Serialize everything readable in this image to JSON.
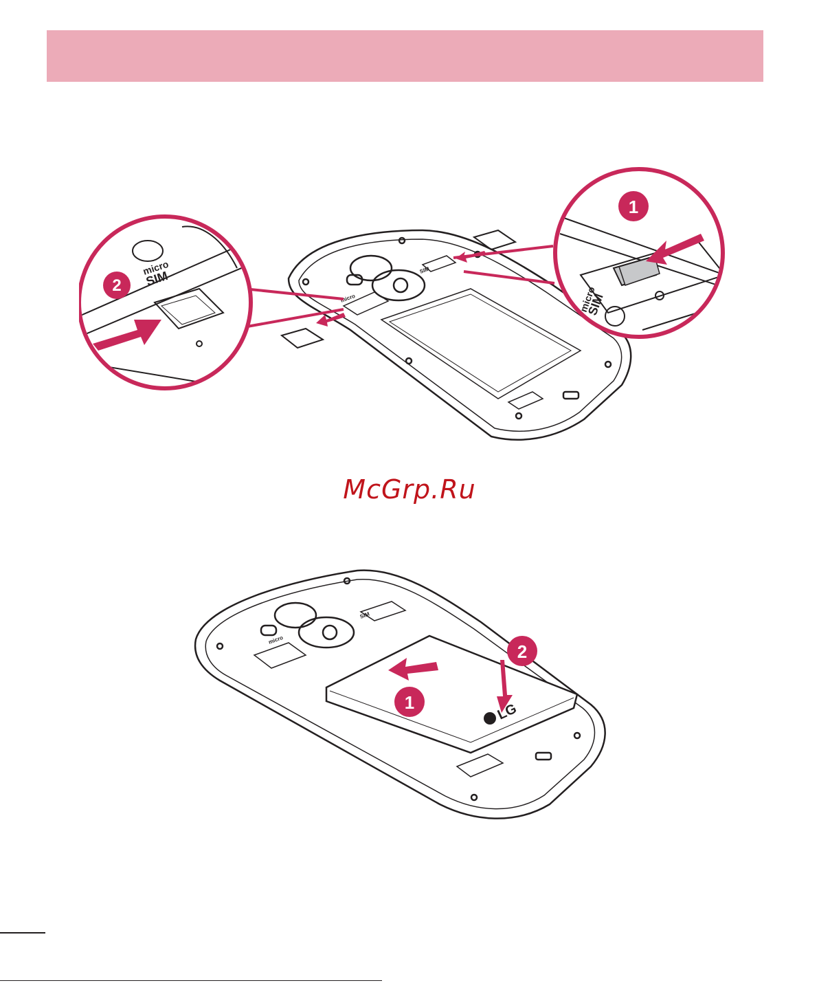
{
  "colors": {
    "header_band": "#ecabb8",
    "accent": "#c8285a",
    "line": "#231f20",
    "watermark": "#c0141b"
  },
  "watermark": {
    "text": "McGrp.Ru"
  },
  "figure_sim": {
    "left_callout": {
      "step": "2",
      "label_micro": "micro",
      "label_sim": "SIM"
    },
    "right_callout": {
      "step": "1",
      "label_micro": "micro",
      "label_sim": "SIM"
    },
    "phone_labels": {
      "micro": "micro",
      "sim": "SIM"
    }
  },
  "figure_battery": {
    "step_insert": "1",
    "step_press": "2",
    "battery_brand": "LG",
    "phone_labels": {
      "micro": "micro",
      "sim": "SIM"
    }
  }
}
